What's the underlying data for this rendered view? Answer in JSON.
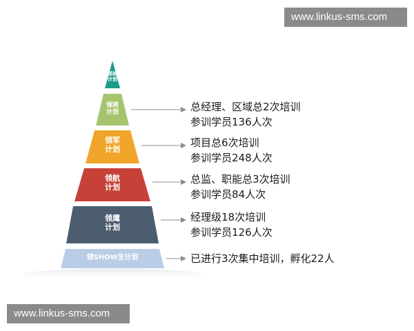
{
  "watermark": {
    "top_text": "www.linkus-sms.com",
    "bottom_text": "www.linkus-sms.com",
    "bg_color": "#8a8a8a"
  },
  "pyramid": {
    "levels": [
      {
        "line1": "领袖",
        "line2": "计划",
        "color": "#1e9c8a",
        "description": []
      },
      {
        "line1": "领将",
        "line2": "计划",
        "color": "#a6c46e",
        "description": [
          "总经理、区域总2次培训",
          "参训学员136人次"
        ]
      },
      {
        "line1": "领军",
        "line2": "计划",
        "color": "#f0a52a",
        "description": [
          "项目总6次培训",
          "参训学员248人次"
        ]
      },
      {
        "line1": "领航",
        "line2": "计划",
        "color": "#c64238",
        "description": [
          "总监、职能总3次培训",
          "参训学员84人次"
        ]
      },
      {
        "line1": "领鹰",
        "line2": "计划",
        "color": "#4c5d70",
        "description": [
          "经理级18次培训",
          "参训学员126人次"
        ]
      },
      {
        "line1": "领SHOW生计划",
        "line2": "",
        "color": "#b9cde6",
        "description": [
          "已进行3次集中培训，孵化22人"
        ]
      }
    ],
    "arrow_color": "#8c8c8c"
  }
}
